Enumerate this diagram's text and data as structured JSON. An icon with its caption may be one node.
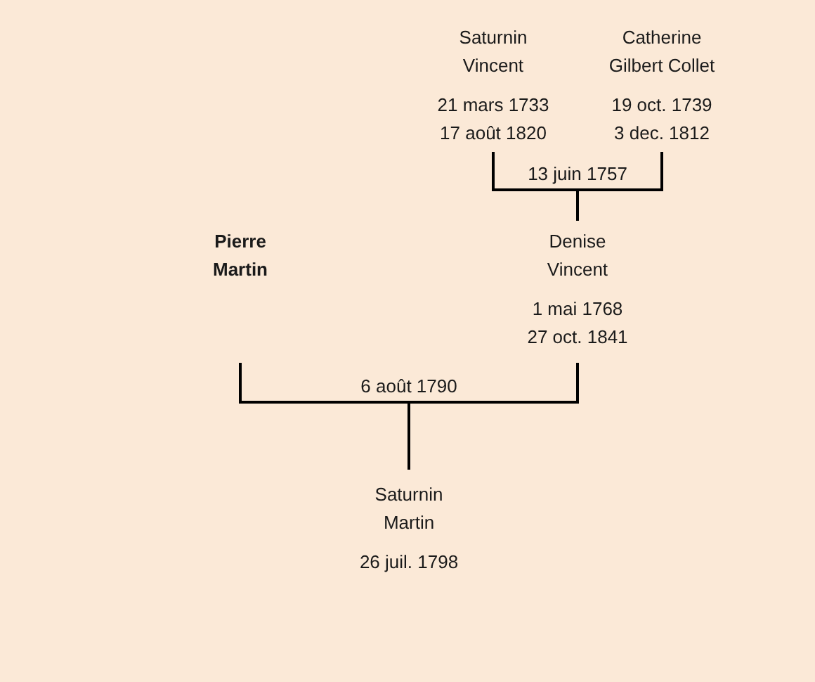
{
  "diagram": {
    "nodes": [
      {
        "text": [
          "Saturnin Vincent",
          "21 mars 1733",
          "17 août 1820"
        ]
      },
      {
        "text": [
          "Catherine Gilbert Collet",
          "19 oct. 1739",
          "3 dec. 1812"
        ]
      },
      {
        "text": [
          "Pierre Martin"
        ]
      },
      {
        "text": [
          "Denise Vincent",
          "1 mai 1768",
          "27 oct. 1841"
        ]
      },
      {
        "text": [
          "Saturnin Martin",
          "26 juil. 1798"
        ]
      }
    ],
    "edges": [
      {
        "from": 0,
        "to": 3,
        "arrow": "none",
        "label": "13 juin 1757"
      },
      {
        "from": 1,
        "to": 3,
        "arrow": "none"
      },
      {
        "from": 2,
        "to": 4,
        "arrow": "none",
        "label": "6 août 1790"
      },
      {
        "from": 3,
        "to": 4,
        "arrow": "none"
      }
    ]
  }
}
